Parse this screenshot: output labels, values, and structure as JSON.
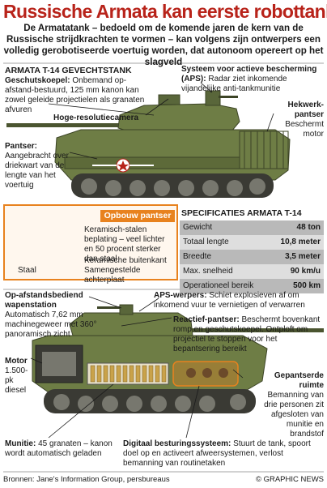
{
  "title": "Russische Armata kan eerste robottank worden",
  "subtitle": "De Armatatank – bedoeld om de komende jaren de kern van de Russische strijdkrachten te vormen – kan volgens zijn ontwerpers een volledig gerobotiseerde voertuig worden, dat autonoom opereert op het slagveld",
  "section1": {
    "heading": "ARMATA T-14 GEVECHTSTANK"
  },
  "labels": {
    "koepel_title": "Geschutskoepel:",
    "koepel_text": "Onbemand op-afstand-bestuurd, 125 mm kanon kan zowel geleide projectielen als granaten afvuren",
    "aps_title": "Systeem voor actieve bescherming (APS):",
    "aps_text": "Radar ziet inkomende vijandelijke anti-tankmunitie",
    "camera": "Hoge-resolutiecamera",
    "hekwerk_title": "Hekwerk-pantser",
    "hekwerk_text": "Beschermt motor",
    "pantser_title": "Pantser:",
    "pantser_text": "Aangebracht over driekwart van de lengte van het voertuig",
    "wapen_title": "Op-afstandsbediend wapenstation",
    "wapen_text": "Automatisch 7,62 mm machinegeweer met 360° panoramisch zicht",
    "apsw_title": "APS-werpers:",
    "apsw_text": "Schiet explosieven af om inkomend vuur te vernietigen of verwarren",
    "reactief_title": "Reactief-pantser:",
    "reactief_text": "Beschermt bovenkant romp en geschutskoepel. Ontploft om projectiel te stoppen voor het bepantsering bereikt",
    "motor_title": "Motor",
    "motor_text": "1.500- pk diesel",
    "ruimte_title": "Gepantserde ruimte",
    "ruimte_text": "Bemanning van drie personen zit afgesloten van munitie en brandstof",
    "munitie_title": "Munitie:",
    "munitie_text": "45 granaten – kanon wordt automatisch geladen",
    "digitaal_title": "Digitaal besturingssysteem:",
    "digitaal_text": "Stuurt de tank, spoort doel op en activeert afweersystemen, verlost bemanning van routinetaken"
  },
  "armor": {
    "title": "Opbouw pantser",
    "staal": "Staal",
    "layer1": "Keramisch-stalen beplating – veel lichter en 50 procent sterker dan staal",
    "layer2": "Keramische buitenkant",
    "layer3": "Samengestelde achterplaat"
  },
  "specs": {
    "heading": "SPECIFICATIES ARMATA T-14",
    "rows": [
      {
        "key": "Gewicht",
        "value": "48 ton"
      },
      {
        "key": "Totaal lengte",
        "value": "10,8 meter"
      },
      {
        "key": "Breedte",
        "value": "3,5 meter"
      },
      {
        "key": "Max. snelheid",
        "value": "90 km/u"
      },
      {
        "key": "Operationeel bereik",
        "value": "500 km"
      }
    ]
  },
  "footer": {
    "credits": "Bronnen: Jane's Information Group, persbureaus",
    "copyright": "© GRAPHIC NEWS"
  },
  "colors": {
    "title_red": "#b8231a",
    "tank_green": "#6e7d45",
    "tank_dark": "#4b5530",
    "armor_orange": "#e8821e",
    "ammo": "#c9a24a"
  }
}
